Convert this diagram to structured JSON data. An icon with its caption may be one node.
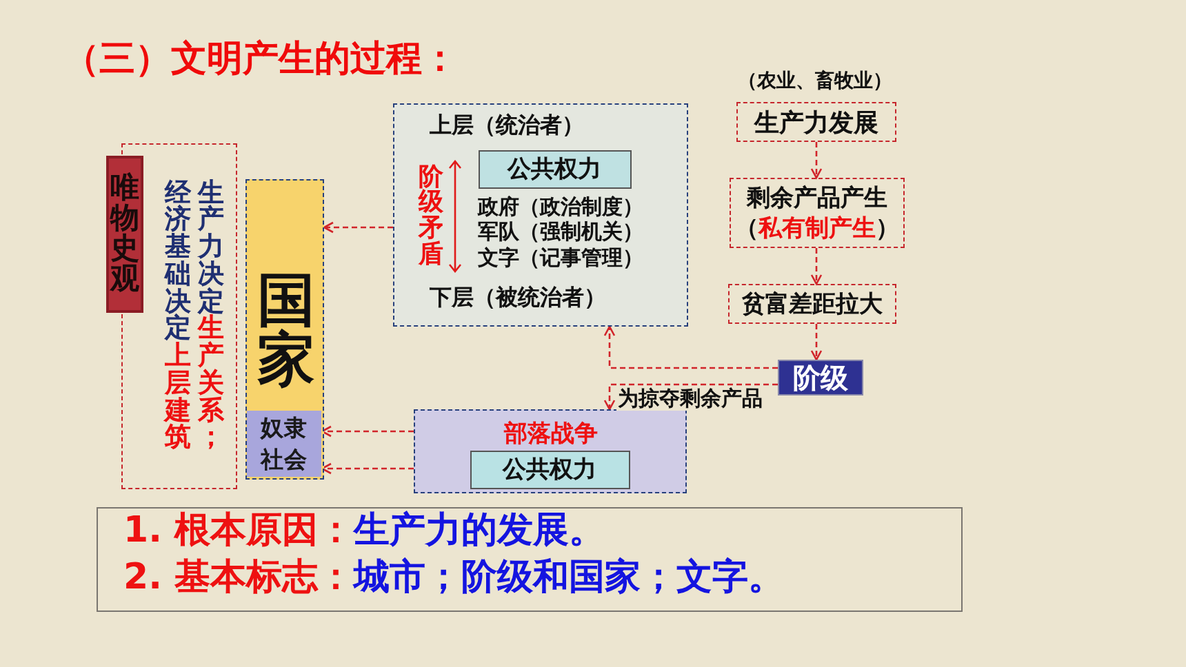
{
  "diagram": {
    "title": "（三）文明产生的过程：",
    "nodes": [
      {
        "text": [
          "唯物史观"
        ]
      },
      {
        "text": [
          "经济基础决定**上层建筑**",
          "生产力决定**生产关系；**"
        ]
      },
      {
        "text": [
          "国家"
        ]
      },
      {
        "text": [
          "奴隶社会"
        ],
        "in": 2
      },
      {
        "text": [
          "上层（统治者）",
          "阶级矛盾",
          "政府（政治制度）",
          "军队（强制机关）",
          "文字（记事管理）",
          "下层（被统治者）"
        ]
      },
      {
        "text": [
          "公共权力"
        ],
        "in": 4
      },
      {
        "text": [
          "部落战争"
        ]
      },
      {
        "text": [
          "公共权力"
        ],
        "in": 6
      },
      {
        "text": [
          "生产力发展"
        ],
        "beside": [
          "（农业、畜牧业）"
        ]
      },
      {
        "text": [
          "剩余产品产生",
          "（**私有制产生**）"
        ]
      },
      {
        "text": [
          "贫富差距拉大"
        ]
      },
      {
        "text": [
          "阶级"
        ]
      },
      {
        "text": [
          "**1. 根本原因：**生产力的发展。",
          "**2. 基本标志：**城市；阶级和国家；文字。"
        ]
      }
    ],
    "edges": [
      {
        "from": 8,
        "to": 9,
        "arrow": "to"
      },
      {
        "from": 9,
        "to": 10,
        "arrow": "to"
      },
      {
        "from": 10,
        "to": 11,
        "arrow": "to"
      },
      {
        "from": 11,
        "to": 4,
        "arrow": "to"
      },
      {
        "from": 11,
        "to": 6,
        "arrow": "to",
        "label": "为掠夺剩余产品"
      },
      {
        "from": 4,
        "to": 2,
        "arrow": "to"
      },
      {
        "from": 6,
        "to": 3,
        "arrow": "to"
      },
      {
        "from": 6,
        "to": 3,
        "arrow": "to"
      }
    ]
  }
}
